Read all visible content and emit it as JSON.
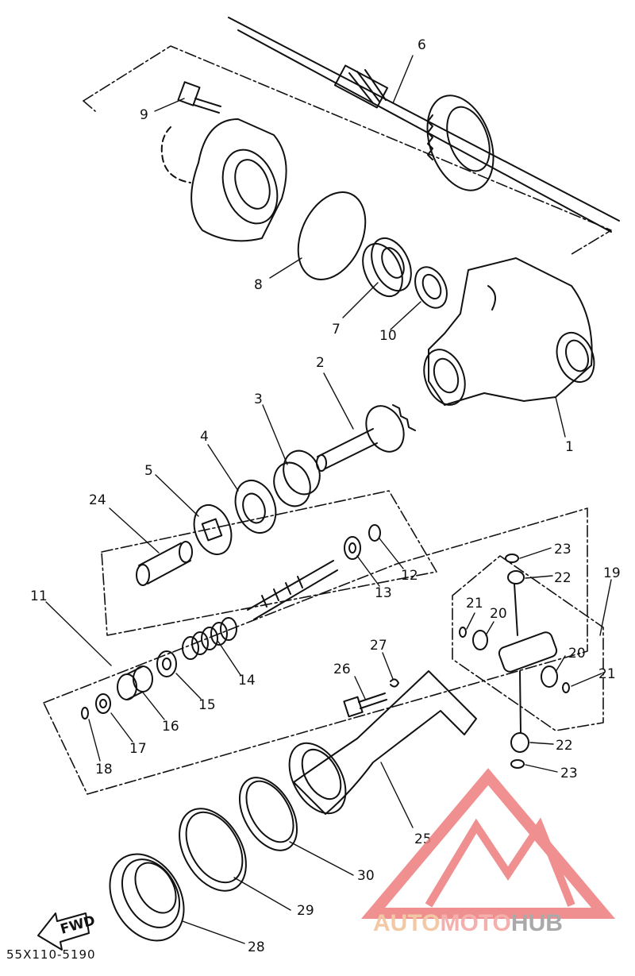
{
  "diagram": {
    "part_labels": [
      "1",
      "2",
      "3",
      "4",
      "5",
      "6",
      "7",
      "8",
      "9",
      "10",
      "11",
      "12",
      "13",
      "14",
      "15",
      "16",
      "17",
      "18",
      "19",
      "20",
      "20",
      "21",
      "21",
      "22",
      "22",
      "23",
      "23",
      "24",
      "25",
      "26",
      "27",
      "28",
      "29",
      "30"
    ],
    "fwd_label": "FWD",
    "drawing_code": "55X110-5190"
  },
  "watermark": {
    "part1": "AUTO",
    "part2": "MOTO",
    "part3": "HUB",
    "colors": {
      "auto": "#f3c9a5",
      "moto": "#f3b0ad",
      "hub": "#a9a9a9",
      "logo": "#ee7c7c"
    },
    "logo_icon": "triangle-m-logo-icon"
  }
}
